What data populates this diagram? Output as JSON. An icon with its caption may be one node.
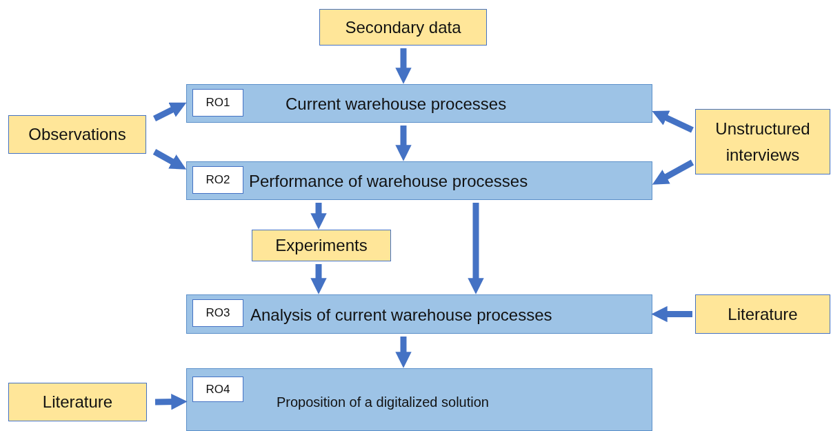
{
  "diagram": {
    "nodes": [
      {
        "text": [
          "Secondary data"
        ]
      },
      {
        "text": [
          "Current warehouse processes"
        ]
      },
      {
        "text": [
          "RO1"
        ],
        "in": 1
      },
      {
        "text": [
          "Observations"
        ]
      },
      {
        "text": [
          "Unstructured interviews"
        ]
      },
      {
        "text": [
          "Performance of warehouse processes"
        ]
      },
      {
        "text": [
          "RO2"
        ],
        "in": 5
      },
      {
        "text": [
          "Experiments"
        ]
      },
      {
        "text": [
          "Analysis of current warehouse processes"
        ]
      },
      {
        "text": [
          "RO3"
        ],
        "in": 8
      },
      {
        "text": [
          "Literature"
        ]
      },
      {
        "text": [
          "Literature"
        ]
      },
      {
        "text": [
          "Proposition of a digitalized solution"
        ]
      },
      {
        "text": [
          "RO4"
        ],
        "in": 12
      }
    ],
    "edges": [
      {
        "from": 0,
        "to": 1,
        "arrow": "to"
      },
      {
        "from": 3,
        "to": 1,
        "arrow": "to"
      },
      {
        "from": 3,
        "to": 5,
        "arrow": "to"
      },
      {
        "from": 4,
        "to": 1,
        "arrow": "to"
      },
      {
        "from": 4,
        "to": 5,
        "arrow": "to"
      },
      {
        "from": 1,
        "to": 5,
        "arrow": "to"
      },
      {
        "from": 5,
        "to": 7,
        "arrow": "to"
      },
      {
        "from": 7,
        "to": 8,
        "arrow": "to"
      },
      {
        "from": 5,
        "to": 8,
        "arrow": "to"
      },
      {
        "from": 10,
        "to": 8,
        "arrow": "to"
      },
      {
        "from": 8,
        "to": 12,
        "arrow": "to"
      },
      {
        "from": 11,
        "to": 12,
        "arrow": "to"
      }
    ]
  }
}
